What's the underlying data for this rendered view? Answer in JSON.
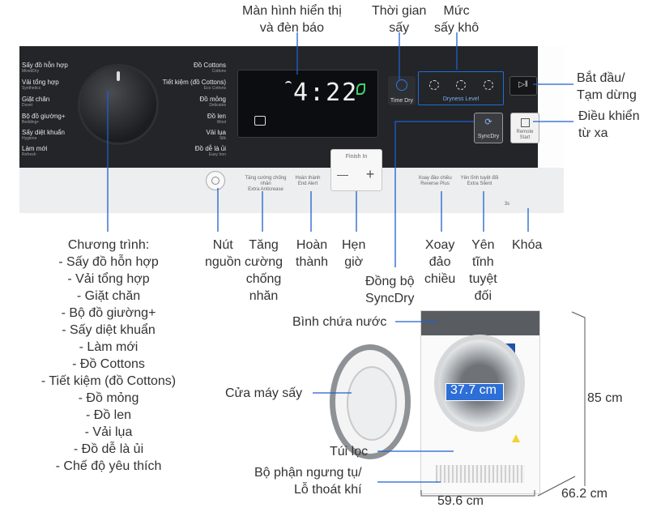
{
  "panel": {
    "left_programs": [
      {
        "vi": "Sấy đồ hỗn hợp",
        "en": "MixedDry"
      },
      {
        "vi": "Vải tổng hợp",
        "en": "Synthetics"
      },
      {
        "vi": "Giặt chăn",
        "en": "Duvet"
      },
      {
        "vi": "Bộ đồ giường+",
        "en": "Bedding+"
      },
      {
        "vi": "Sấy diệt khuẩn",
        "en": "Hygiene"
      },
      {
        "vi": "Làm mới",
        "en": "Refresh"
      }
    ],
    "right_programs": [
      {
        "vi": "Đồ Cottons",
        "en": "Cottons"
      },
      {
        "vi": "Tiết kiệm (đồ Cottons)",
        "en": "Eco Cottons"
      },
      {
        "vi": "Đồ mỏng",
        "en": "Delicates"
      },
      {
        "vi": "Đồ len",
        "en": "Wool"
      },
      {
        "vi": "Vải lụa",
        "en": "Silk"
      },
      {
        "vi": "Đồ dễ là ủi",
        "en": "Easy Iron"
      }
    ],
    "display_time": "4:22",
    "time_dry": "Time Dry",
    "dryness_level": "Dryness Level",
    "sync_dry": "SyncDry",
    "remote_start": "Remote Start",
    "finish_in": "Finish In",
    "minus": "—",
    "plus": "+",
    "extra_anticrease": {
      "vi": "Tăng cường chống nhăn",
      "en": "Extra Anticrease"
    },
    "end_alert": {
      "vi": "Hoàn thành",
      "en": "End Alert"
    },
    "reverse_plus": {
      "vi": "Xoay đảo chiều",
      "en": "Reverse Plus"
    },
    "extra_silent": {
      "vi": "Yên tĩnh tuyệt đối",
      "en": "Extra Silent"
    },
    "lock": "3s"
  },
  "labels": {
    "screen": [
      "Màn hình hiển thị",
      "và đèn báo"
    ],
    "dry_time": [
      "Thời gian",
      "sấy"
    ],
    "dryness": [
      "Mức",
      "sấy khô"
    ],
    "start_pause": [
      "Bắt đầu/",
      "Tạm dừng"
    ],
    "remote": [
      "Điều khiển",
      "từ xa"
    ],
    "power": [
      "Nút",
      "nguồn"
    ],
    "anticrease": [
      "Tăng",
      "cường",
      "chống",
      "nhăn"
    ],
    "end": [
      "Hoàn",
      "thành"
    ],
    "timer": [
      "Hẹn",
      "giờ"
    ],
    "syncdry": [
      "Đồng bộ",
      "SyncDry"
    ],
    "reverse": [
      "Xoay",
      "đảo",
      "chiều"
    ],
    "silent": [
      "Yên",
      "tĩnh",
      "tuyệt",
      "đối"
    ],
    "lock": [
      "Khóa"
    ],
    "programs_title": "Chương trình:",
    "programs": [
      "- Sấy đồ hỗn hợp",
      "- Vải tổng hợp",
      "- Giặt chăn",
      "- Bộ đồ giường+",
      "- Sấy diệt khuẩn",
      "- Làm mới",
      "- Đồ Cottons",
      "- Tiết kiệm (đồ Cottons)",
      "- Đồ mỏng",
      "- Đồ len",
      "- Vải lụa",
      "- Đồ dễ là ủi",
      "- Chế độ yêu thích"
    ],
    "water_tank": "Bình chứa nước",
    "door": "Cửa máy sấy",
    "lint_filter": "Túi lọc",
    "condenser": [
      "Bộ phận ngưng tụ/",
      "Lỗ thoát khí"
    ]
  },
  "dimensions": {
    "drum": "37.7 cm",
    "height": "85 cm",
    "width": "59.6 cm",
    "depth": "66.2 cm"
  },
  "colors": {
    "panel_dark": "#232528",
    "accent_blue": "#1e6fd9",
    "leaf_green": "#3fd36b"
  }
}
